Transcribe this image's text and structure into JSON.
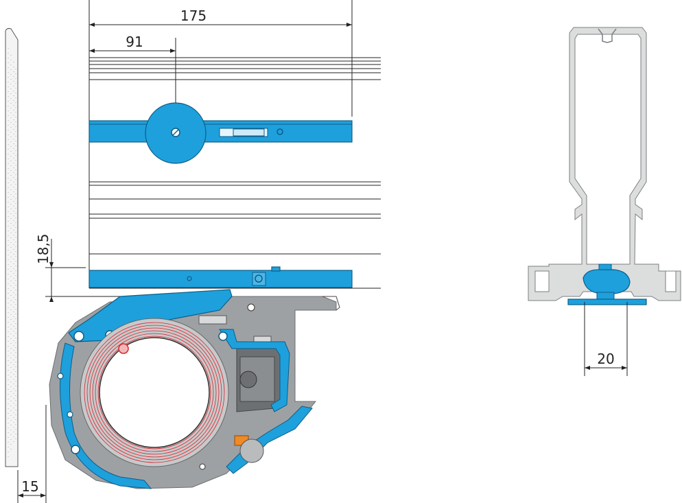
{
  "dimensions": {
    "width_total": "175",
    "width_axis": "91",
    "height_offset": "18,5",
    "fascia_offset": "15",
    "profile_width": "20"
  },
  "colors": {
    "accent_blue": "#1ea0dc",
    "accent_blue_dark": "#0d5d86",
    "housing_grey": "#9ea1a4",
    "profile_light": "#dcdddd",
    "spring_red": "#d9252a",
    "marker_orange": "#f08a24"
  }
}
